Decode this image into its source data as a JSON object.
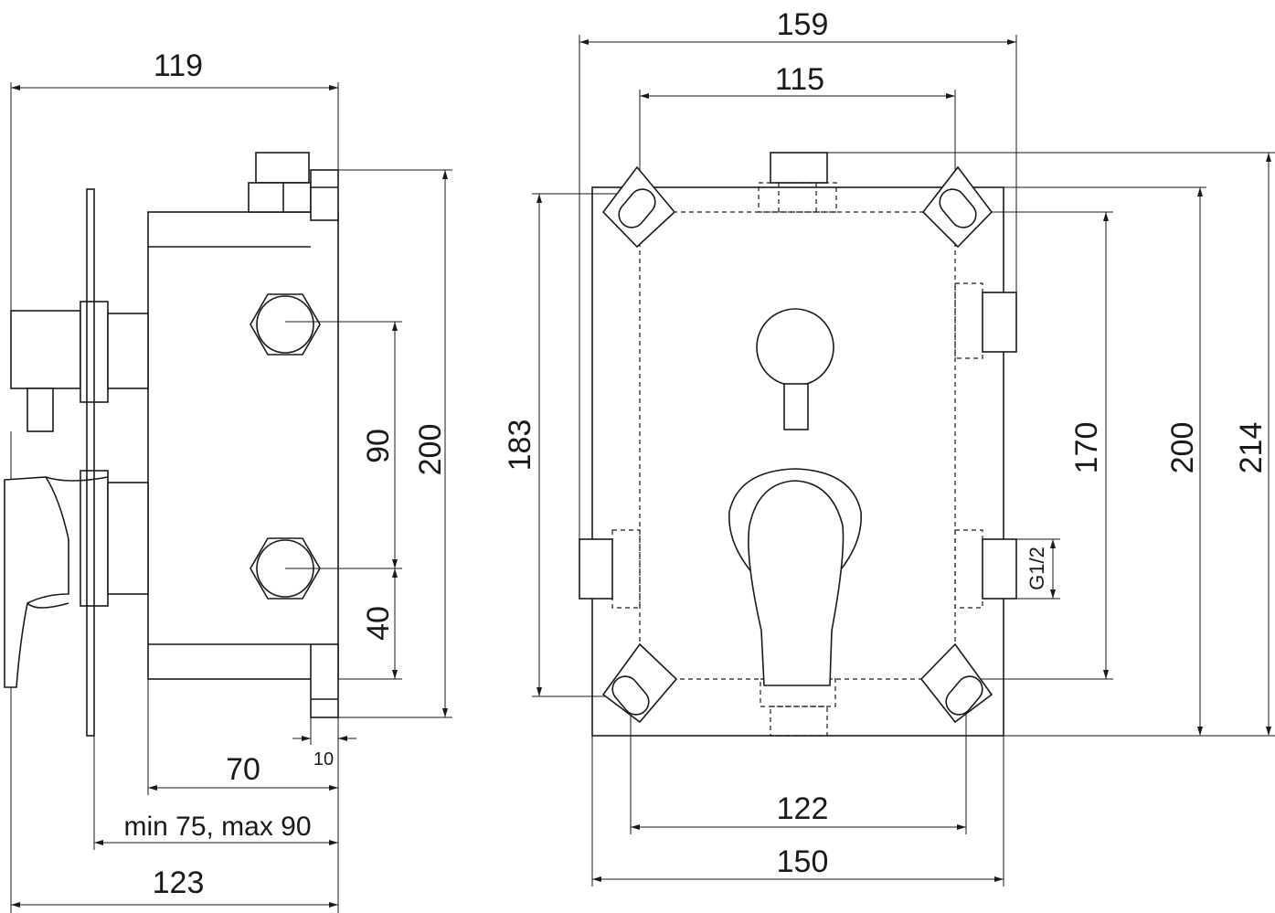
{
  "side_view": {
    "dim_total_width": "119",
    "dim_spacing": "90",
    "dim_bottom": "40",
    "dim_height": "200",
    "dim_depth": "70",
    "dim_offset": "10",
    "dim_install_range": "min 75, max 90",
    "dim_overall": "123"
  },
  "front_view": {
    "dim_outer_width": "159",
    "dim_inner_width": "115",
    "dim_mount_height": "183",
    "dim_inner_height": "170",
    "dim_body_height": "200",
    "dim_overall_height": "214",
    "dim_mount_width": "122",
    "dim_body_width": "150",
    "thread_label": "G1/2"
  }
}
